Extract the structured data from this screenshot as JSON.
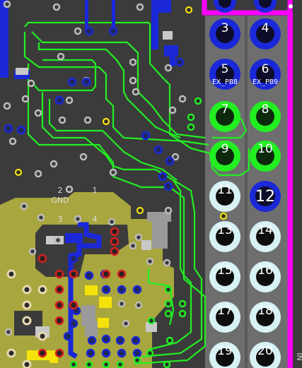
{
  "colors": {
    "board": "#3b3b3b",
    "green_trace": "#22ee22",
    "blue_copper": "#1a28d8",
    "yellow_pour": "#a8a63e",
    "pad_yellow": "#f4e20a",
    "edge_magenta": "#ff00ff",
    "header_panel": "#6e6e6e",
    "pad_cyan_ring": "#d8f2f4"
  },
  "header": {
    "pins": [
      {
        "number": "3",
        "sub": ""
      },
      {
        "number": "4",
        "sub": ""
      },
      {
        "number": "5",
        "sub": "EX_PB8"
      },
      {
        "number": "6",
        "sub": "EX_PB9"
      },
      {
        "number": "7",
        "sub": ""
      },
      {
        "number": "8",
        "sub": ""
      },
      {
        "number": "9",
        "sub": ""
      },
      {
        "number": "10",
        "sub": ""
      },
      {
        "number": "11",
        "sub": ""
      },
      {
        "number": "12",
        "sub": ""
      },
      {
        "number": "13",
        "sub": ""
      },
      {
        "number": "14",
        "sub": ""
      },
      {
        "number": "15",
        "sub": ""
      },
      {
        "number": "16",
        "sub": ""
      },
      {
        "number": "17",
        "sub": ""
      },
      {
        "number": "18",
        "sub": ""
      },
      {
        "number": "19",
        "sub": ""
      },
      {
        "number": "20",
        "sub": ""
      }
    ]
  },
  "silkscreen": {
    "pin_2": "2",
    "pin_1": "1",
    "gnd": "GND",
    "pin_3": "3",
    "pin_4": "4",
    "edge_text": "IN"
  }
}
